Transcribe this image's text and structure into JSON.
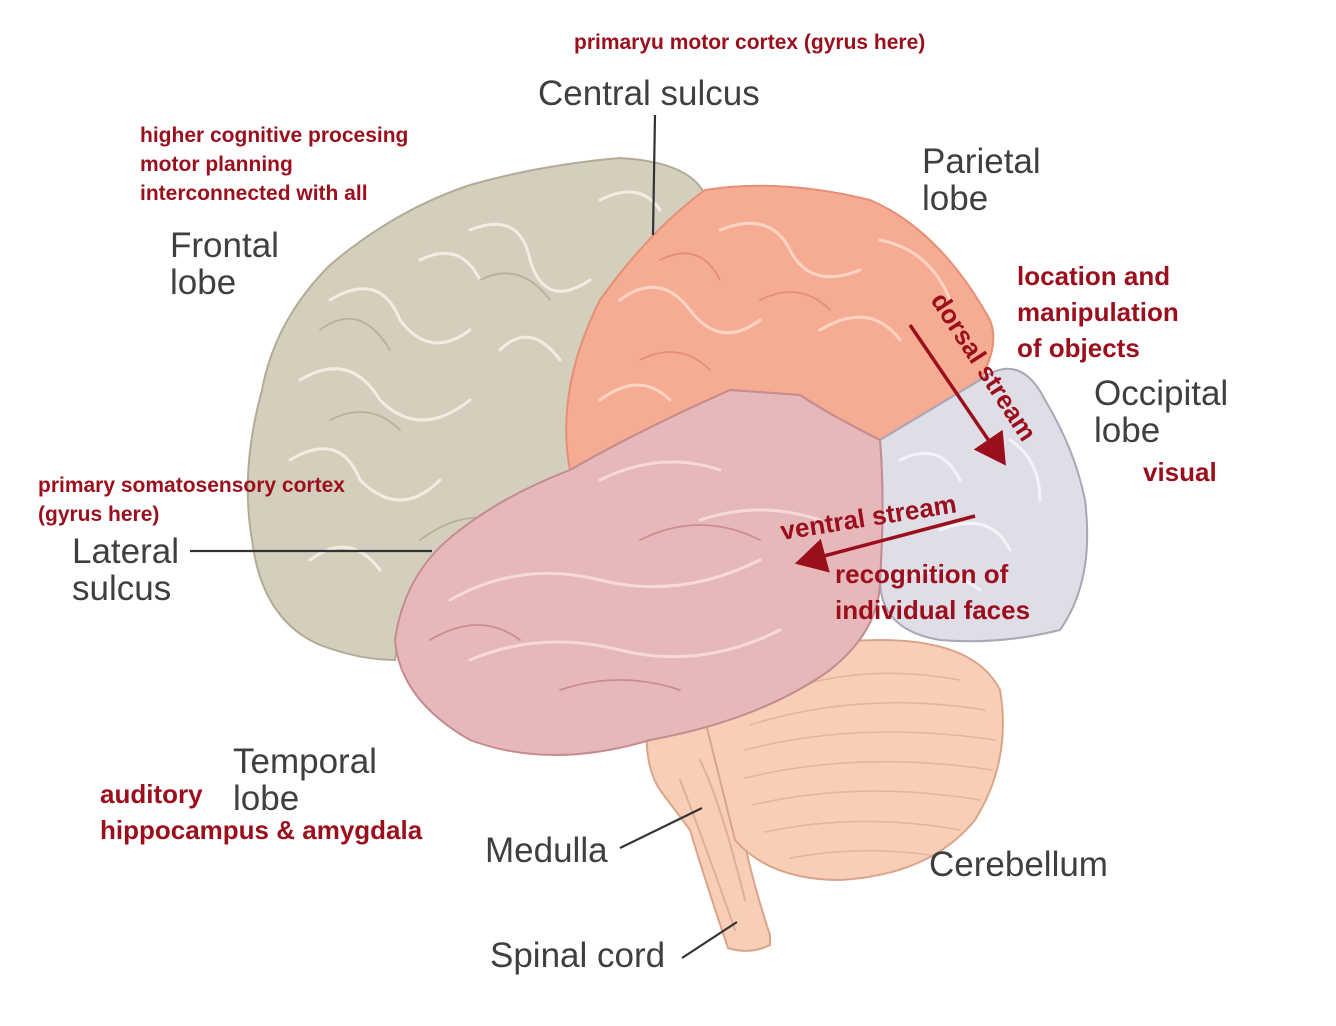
{
  "colors": {
    "frontal": "#d4cebd",
    "parietal": "#f6ab93",
    "temporal": "#e7b8b9",
    "occipital": "#dfdde6",
    "cerebellum": "#f8cfb6",
    "brainstem": "#f8cfb6",
    "annotation": "#9b0f1c",
    "label": "#3f3f3f"
  },
  "labels": {
    "frontal_lobe": [
      "Frontal",
      "lobe"
    ],
    "parietal_lobe": [
      "Parietal",
      "lobe"
    ],
    "occipital_lobe": [
      "Occipital",
      "lobe"
    ],
    "temporal_lobe": [
      "Temporal",
      "lobe"
    ],
    "central_sulcus": "Central sulcus",
    "lateral_sulcus": [
      "Lateral",
      "sulcus"
    ],
    "medulla": "Medulla",
    "cerebellum": "Cerebellum",
    "spinal_cord": "Spinal cord"
  },
  "annotations": {
    "motor_cortex": "primaryu motor cortex (gyrus here)",
    "frontal_notes": [
      "higher cognitive procesing",
      "motor planning",
      "interconnected with all"
    ],
    "somatosensory": [
      "primary somatosensory cortex",
      "(gyrus here)"
    ],
    "parietal_notes": [
      "location and",
      "manipulation",
      "of objects"
    ],
    "occipital_note": "visual",
    "dorsal_stream": "dorsal stream",
    "ventral_stream": "ventral stream",
    "ventral_notes": [
      "recognition of",
      "individual faces"
    ],
    "temporal_notes": [
      "auditory",
      "hippocampus & amygdala"
    ]
  }
}
